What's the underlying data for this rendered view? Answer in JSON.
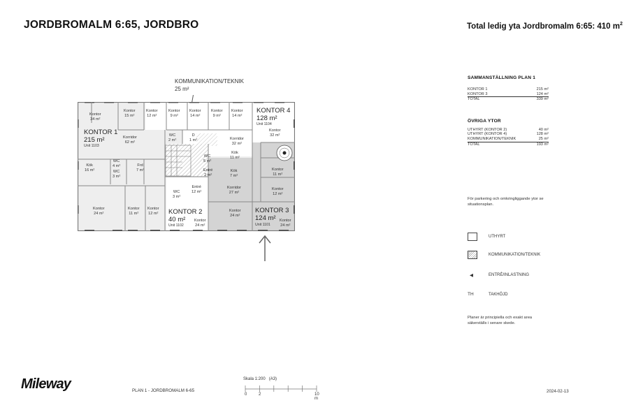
{
  "header": {
    "title": "JORDBROMALM 6:65, JORDBRO",
    "total_label": "Total ledig yta Jordbromalm 6:65: 410 m",
    "total_sup": "2"
  },
  "plan_callout": {
    "label": "KOMMUNIKATION/TEKNIK",
    "area": "25 m²"
  },
  "floor_plan": {
    "colors": {
      "kontor1_fill": "#eeeeee",
      "kontor3_fill": "#d4d4d4",
      "white_fill": "#ffffff",
      "wall": "#777777",
      "hatch": "#999999"
    },
    "units": [
      {
        "name": "KONTOR 1",
        "area": "215 m²",
        "unit": "Unit 1103"
      },
      {
        "name": "KONTOR 2",
        "area": "40 m²",
        "unit": "Unit 1102"
      },
      {
        "name": "KONTOR 3",
        "area": "124 m²",
        "unit": "Unit 1101"
      },
      {
        "name": "KONTOR 4",
        "area": "128 m²",
        "unit": "Unit 1104"
      }
    ],
    "rooms": [
      {
        "name": "Kontor",
        "area": "34 m²"
      },
      {
        "name": "Kontor",
        "area": "15 m²"
      },
      {
        "name": "Kontor",
        "area": "12 m²"
      },
      {
        "name": "Kontor",
        "area": "9 m²"
      },
      {
        "name": "Kontor",
        "area": "14 m²"
      },
      {
        "name": "Kontor",
        "area": "9 m²"
      },
      {
        "name": "Kontor",
        "area": "14 m²"
      },
      {
        "name": "Korridor",
        "area": "62 m²"
      },
      {
        "name": "WC",
        "area": "2 m²"
      },
      {
        "name": "D",
        "area": "1 m²"
      },
      {
        "name": "Korridor",
        "area": "32 m²"
      },
      {
        "name": "Kontor",
        "area": "32 m²"
      },
      {
        "name": "Kök",
        "area": "16 m²"
      },
      {
        "name": "WC",
        "area": "4 m²"
      },
      {
        "name": "WC",
        "area": "3 m²"
      },
      {
        "name": "Frd",
        "area": "7 m²"
      },
      {
        "name": "WC",
        "area": "5 m²"
      },
      {
        "name": "Kök",
        "area": "11 m²"
      },
      {
        "name": "Entré",
        "area": "2 m²"
      },
      {
        "name": "Kök",
        "area": "7 m²"
      },
      {
        "name": "Kontor",
        "area": "11 m²"
      },
      {
        "name": "Entré",
        "area": "12 m²"
      },
      {
        "name": "WC",
        "area": "3 m²"
      },
      {
        "name": "Korridor",
        "area": "27 m²"
      },
      {
        "name": "Kontor",
        "area": "12 m²"
      },
      {
        "name": "Kontor",
        "area": "24 m²"
      },
      {
        "name": "Kontor",
        "area": "11 m²"
      },
      {
        "name": "Kontor",
        "area": "12 m²"
      },
      {
        "name": "Kontor",
        "area": "24 m²"
      },
      {
        "name": "Kontor",
        "area": "24 m²"
      },
      {
        "name": "Kontor",
        "area": "24 m²"
      }
    ]
  },
  "summary": {
    "title": "SAMMANSTÄLLNING PLAN 1",
    "rows": [
      {
        "label": "KONTOR 1",
        "value": "215 m²"
      },
      {
        "label": "KONTOR 3",
        "value": "124 m²"
      },
      {
        "label": "TOTAL",
        "value": "339 m²"
      }
    ],
    "other_title": "ÖVRIGA YTOR",
    "other_rows": [
      {
        "label": "UTHYRT (KONTOR 2)",
        "value": "40 m²"
      },
      {
        "label": "UTHYRT (KONTOR 4)",
        "value": "128 m²"
      },
      {
        "label": "KOMMUNIKATION/TEKNIK",
        "value": "25 m²"
      },
      {
        "label": "TOTAL",
        "value": "193 m²"
      }
    ]
  },
  "notes": {
    "parking": "För parkering och omkringliggande ytor se situationsplan.",
    "disclaimer": "Planer är principiella och exakt area säkerställs i senare skede."
  },
  "legend": [
    {
      "symbol": "box",
      "label": "UTHYRT"
    },
    {
      "symbol": "hatch",
      "label": "KOMMUNIKATION/TEKNIK"
    },
    {
      "symbol": "◀",
      "label": "ENTRÉ/INLASTNING"
    },
    {
      "symbol": "TH",
      "label": "TAKHÖJD"
    }
  ],
  "footer": {
    "logo": "Mileway",
    "plan_name": "PLAN 1 - JORDBROMALM 6-65",
    "scale_label": "Skala 1:200   (A3)",
    "scale_ticks": [
      "0",
      "2",
      "10 m"
    ],
    "date": "2024-02-13"
  }
}
